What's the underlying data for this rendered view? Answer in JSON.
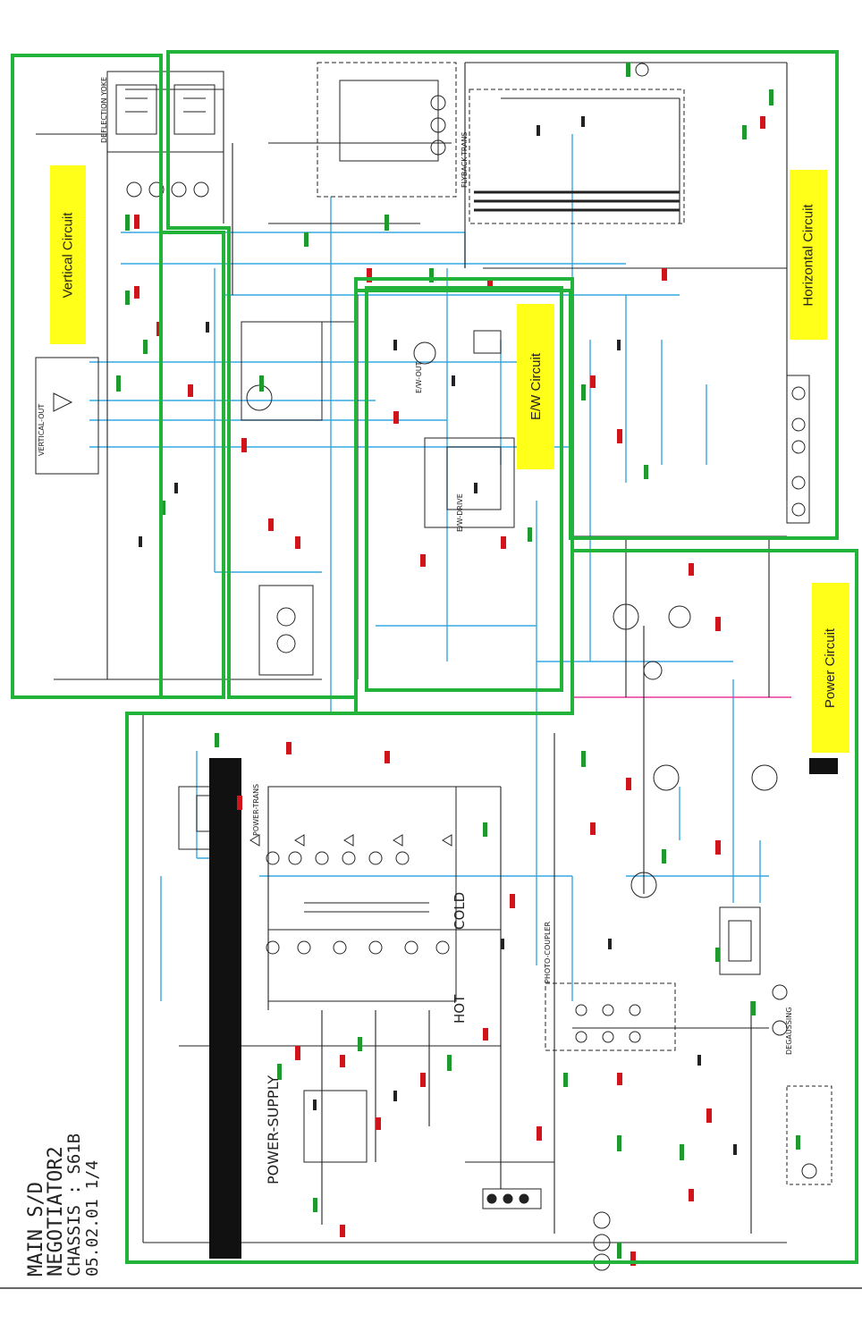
{
  "section_labels": {
    "vertical": "Vertical Circuit",
    "horizontal": "Horizontal Circuit",
    "ew": "E/W Circuit",
    "power": "Power Circuit"
  },
  "title_block": {
    "line1": "MAIN S/D",
    "line2": "NEGOTIATOR2",
    "line3": "CHASSIS : S61B",
    "line4": "05.02.01 1/4"
  },
  "block_labels": {
    "power_supply": "POWER-SUPPLY",
    "cold": "COLD",
    "hot": "HOT",
    "power_trans": "POWER-TRANS",
    "vertical_out": "VERTICAL-OUT",
    "ew_drive": "E/W-DRIVE",
    "ew_output": "E/W-OUT",
    "flyback_trans": "FLYBACK-TRANS",
    "deflection_yoke": "DEFLECTION YOKE",
    "photo_coupler": "PHOTO-COUPLER",
    "degaussing": "DEGAUSSING"
  },
  "colors": {
    "section_border": "#22b33a",
    "label_bg": "#ffff1a",
    "wire": "#222222",
    "signal_wire": "#35a8e0",
    "pink_wire": "#e83a9a",
    "red_text": "#d0141a",
    "green_text": "#1f9a2f"
  }
}
